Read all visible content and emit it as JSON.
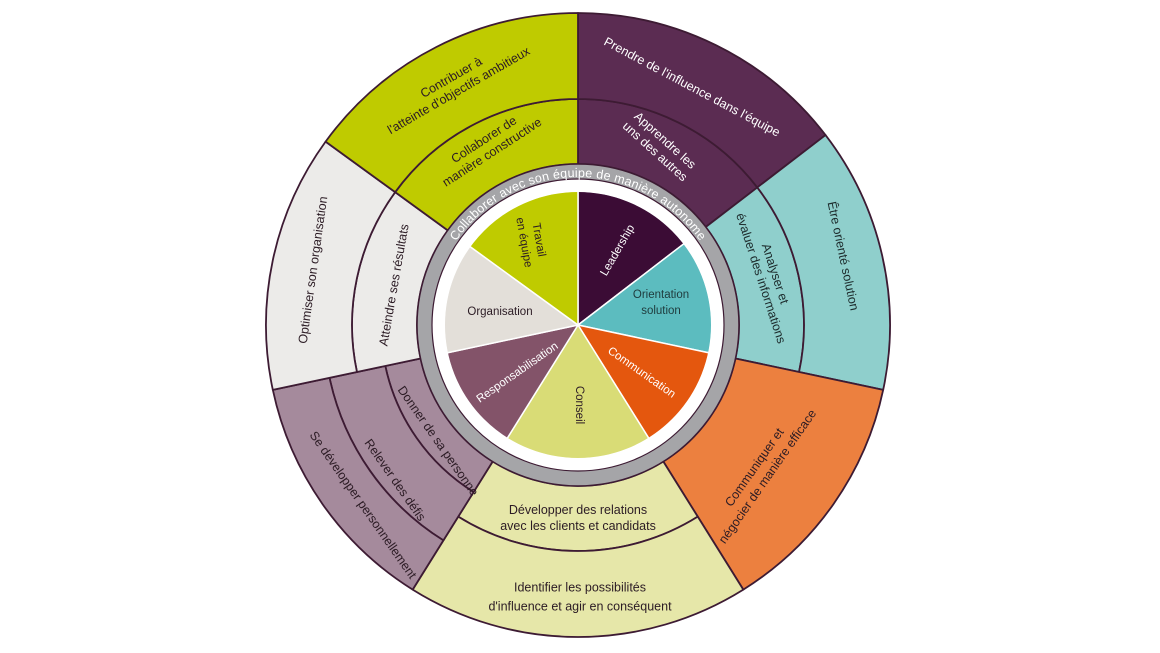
{
  "ring_text": "Collaborer avec son équipe de manière autonome",
  "colors": {
    "outline": "#3d1b33",
    "ring": "#a5a5a8",
    "leadership_dark": "#3b0c35",
    "leadership_mid": "#5b2c52",
    "teal_dark": "#5cbcbf",
    "teal_light": "#8fcfcc",
    "orange_dark": "#e4570e",
    "orange_light": "#ec803f",
    "lime_dark": "#d9dc76",
    "lime_light": "#e6e7a9",
    "mauve_dark": "#835369",
    "mauve_light": "#a58a9c",
    "grey_dark": "#e3dfd9",
    "grey_light": "#ecebe9",
    "green": "#bfcb00"
  },
  "sectors": [
    {
      "name": "Leadership",
      "inner": "Leadership",
      "middle": "Apprendre les uns des autres",
      "outer": "Prendre de l'influence dans l'équipe"
    },
    {
      "name": "Orientation solution",
      "inner": "Orientation solution",
      "middle": "Analyser et évaluer des informations",
      "outer": "Être orienté solution"
    },
    {
      "name": "Communication",
      "inner": "Communication",
      "merged": "Communiquer et négocier de manière efficace"
    },
    {
      "name": "Conseil",
      "inner": "Conseil",
      "middle": "Développer des relations avec les clients et candidats",
      "outer": "Identifier les possibilités d'influence et agir en conséquent"
    },
    {
      "name": "Responsabilisation",
      "inner": "Responsabilisation",
      "band1": "Donner de sa personne",
      "band2": "Relever des défis",
      "band3": "Se développer personnellement"
    },
    {
      "name": "Organisation",
      "inner": "Organisation",
      "middle": "Atteindre ses résultats",
      "outer": "Optimiser son organisation"
    },
    {
      "name": "Travail en équipe",
      "inner": "Travail en équipe",
      "middle": "Collaborer de manière constructive",
      "outer": "Contribuer à l'atteinte d'objectifs ambitieux"
    }
  ]
}
